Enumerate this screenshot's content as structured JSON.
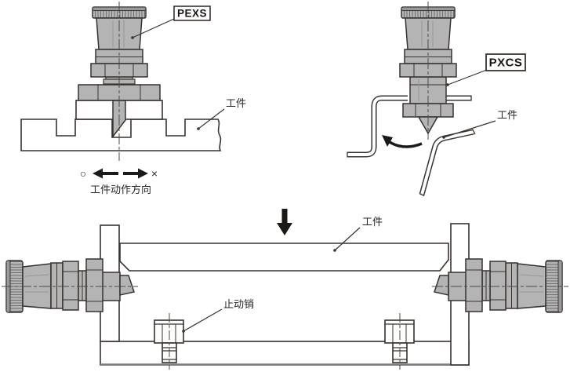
{
  "colors": {
    "metal_fill": "#b4b4b4",
    "metal_dark_band": "#9a9a9a",
    "line": "#38322e",
    "background": "#ffffff",
    "knurl_line": "#6e6e6e",
    "arrow_black": "#1c1916",
    "centerline": "#4a4a4a"
  },
  "diagrams": {
    "pexs": {
      "model_label": "PEXS",
      "workpiece_label": "工件",
      "direction_caption": "工件动作方向",
      "allowed_symbol": "○",
      "blocked_symbol": "×"
    },
    "pxcs": {
      "model_label": "PXCS",
      "workpiece_label": "工件"
    },
    "assembly": {
      "workpiece_label": "工件",
      "stop_pin_label": "止动销"
    }
  }
}
